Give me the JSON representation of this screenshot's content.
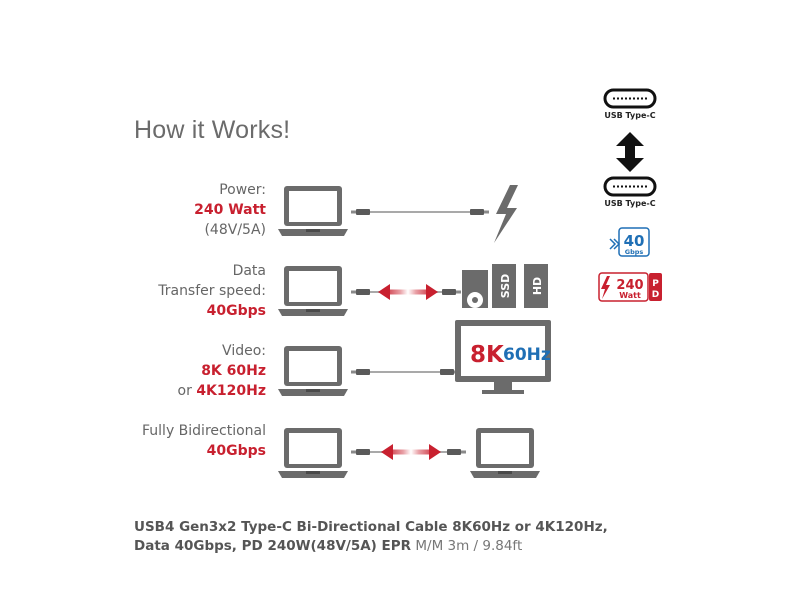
{
  "title": "How it Works!",
  "rows": {
    "power": {
      "line1": "Power:",
      "line2": "240 Watt",
      "line3": "(48V/5A)"
    },
    "data": {
      "line1": "Data",
      "line2": "Transfer speed:",
      "line3": "40Gbps"
    },
    "video": {
      "line1": "Video:",
      "line2": "8K 60Hz",
      "line3_prefix": "or ",
      "line3_value": "4K120Hz"
    },
    "bidir": {
      "line1": "Fully Bidirectional",
      "line2": "40Gbps"
    }
  },
  "storage": {
    "ssd": "SSD",
    "hd": "HD"
  },
  "monitor": {
    "res": "8K",
    "hz": "60Hz"
  },
  "sidebar": {
    "port_top_label": "USB Type-C",
    "port_bottom_label": "USB Type-C",
    "speed_number": "40",
    "speed_unit": "Gbps",
    "power_number": "240",
    "power_unit": "Watt",
    "pd_p": "P",
    "pd_d": "D"
  },
  "footer": {
    "line1": "USB4 Gen3x2 Type-C Bi-Directional Cable 8K60Hz or 4K120Hz,",
    "line2_bold": "Data 40Gbps, PD 240W(48V/5A) EPR",
    "line2_normal": " M/M 3m / 9.84ft"
  },
  "colors": {
    "accent": "#c8202f",
    "device": "#6b6b6b",
    "blue": "#1f6fb5"
  }
}
